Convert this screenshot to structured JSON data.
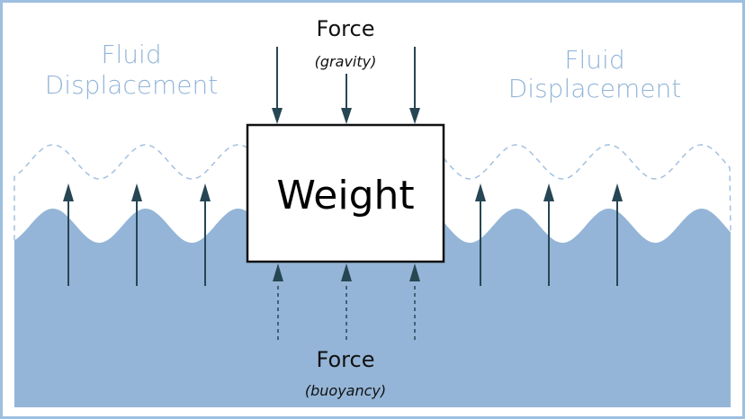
{
  "colors": {
    "fluid": "#94b5d7",
    "frame": "#9dbfe0",
    "arrow": "#274654",
    "fluid_label": "#93b5d8",
    "dashed_wave": "#a2c1e1",
    "box_border": "#111111"
  },
  "labels": {
    "fluid_left_line1": "Fluid",
    "fluid_left_line2": "Displacement",
    "fluid_right_line1": "Fluid",
    "fluid_right_line2": "Displacement",
    "gravity_title": "Force",
    "gravity_sub": "(gravity)",
    "buoyancy_title": "Force",
    "buoyancy_sub": "(buoyancy)",
    "weight": "Weight"
  },
  "arrows": {
    "gravity_count": 3,
    "buoyancy_count": 3,
    "displacement_left_count": 3,
    "displacement_right_count": 3
  }
}
